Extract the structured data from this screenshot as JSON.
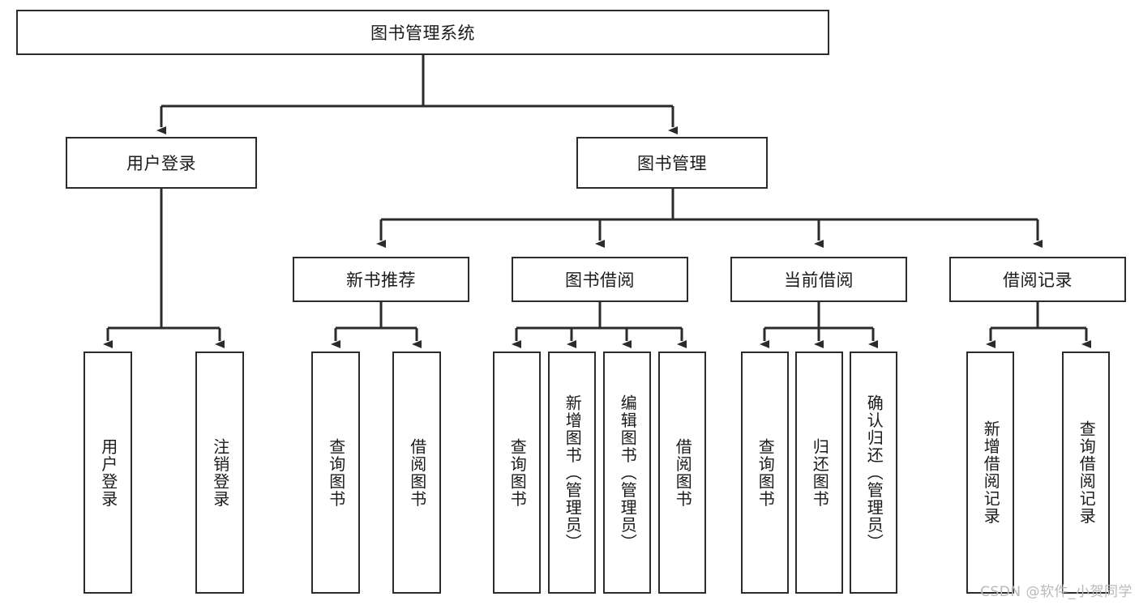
{
  "diagram": {
    "title": "图书管理系统",
    "type": "tree-hierarchy",
    "root": {
      "id": "root",
      "label": "图书管理系统"
    },
    "level1": [
      {
        "id": "user-login",
        "label": "用户登录"
      },
      {
        "id": "book-manage",
        "label": "图书管理"
      }
    ],
    "level2": [
      {
        "id": "new-book-recommend",
        "label": "新书推荐",
        "parent": "book-manage"
      },
      {
        "id": "book-borrow",
        "label": "图书借阅",
        "parent": "book-manage"
      },
      {
        "id": "current-borrow",
        "label": "当前借阅",
        "parent": "book-manage"
      },
      {
        "id": "borrow-record",
        "label": "借阅记录",
        "parent": "book-manage"
      }
    ],
    "leaves": [
      {
        "id": "leaf-user-login",
        "label": "用户登录",
        "parent": "user-login"
      },
      {
        "id": "leaf-logout-login",
        "label": "注销登录",
        "parent": "user-login"
      },
      {
        "id": "leaf-query-book-1",
        "label": "查询图书",
        "parent": "new-book-recommend"
      },
      {
        "id": "leaf-borrow-book-1",
        "label": "借阅图书",
        "parent": "new-book-recommend"
      },
      {
        "id": "leaf-query-book-2",
        "label": "查询图书",
        "parent": "book-borrow"
      },
      {
        "id": "leaf-add-book",
        "label": "新增图书（管理员）",
        "parent": "book-borrow"
      },
      {
        "id": "leaf-edit-book",
        "label": "编辑图书（管理员）",
        "parent": "book-borrow"
      },
      {
        "id": "leaf-borrow-book-2",
        "label": "借阅图书",
        "parent": "book-borrow"
      },
      {
        "id": "leaf-query-book-3",
        "label": "查询图书",
        "parent": "current-borrow"
      },
      {
        "id": "leaf-return-book",
        "label": "归还图书",
        "parent": "current-borrow"
      },
      {
        "id": "leaf-confirm-return",
        "label": "确认归还（管理员）",
        "parent": "current-borrow"
      },
      {
        "id": "leaf-add-record",
        "label": "新增借阅记录",
        "parent": "borrow-record"
      },
      {
        "id": "leaf-query-record",
        "label": "查询借阅记录",
        "parent": "borrow-record"
      }
    ]
  },
  "watermark": {
    "text": "CSDN @软件_小贺同学"
  },
  "colors": {
    "stroke": "#2b2b2b",
    "background": "#ffffff",
    "text": "#1b1b1b",
    "watermark": "#b9b9b9"
  }
}
